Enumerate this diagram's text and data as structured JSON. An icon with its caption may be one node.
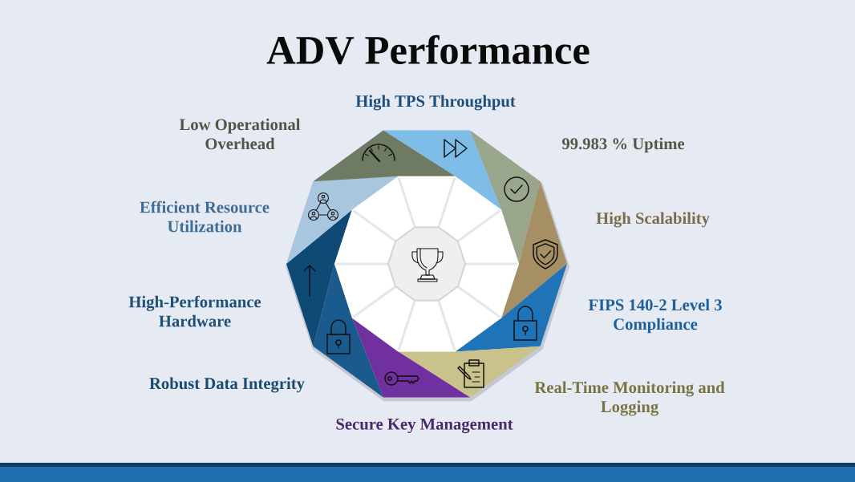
{
  "diagram": {
    "title": "ADV Performance",
    "labels": [
      "High TPS Throughput",
      "99.983 % Uptime",
      "High Scalability",
      "FIPS 140-2 Level 3 Compliance",
      "Real-Time Monitoring and Logging",
      "Secure Key Management",
      "Robust Data Integrity",
      "High-Performance Hardware",
      "Efficient Resource Utilization",
      "Low Operational Overhead"
    ]
  }
}
